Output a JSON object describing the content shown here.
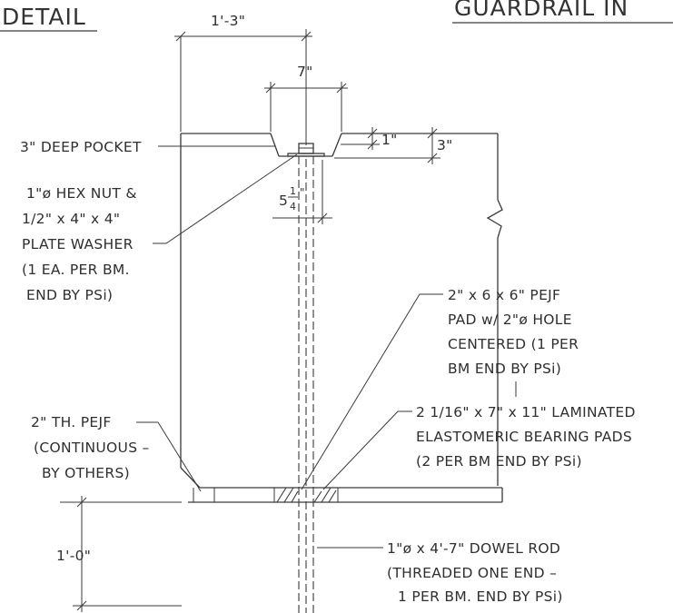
{
  "titles": {
    "left": "DETAIL",
    "right": "GUARDRAIL IN"
  },
  "dimensions": {
    "width_top": "1'-3\"",
    "pocket_width": "7\"",
    "edge_offset": "1\"",
    "pocket_depth": "3\"",
    "nut_depth_whole": "5",
    "nut_depth_num": "1",
    "nut_depth_den": "4",
    "nut_depth_inch": "\"",
    "bottom_height": "1'-0\""
  },
  "labels": {
    "deep_pocket": "3\" DEEP POCKET",
    "hex_nut": [
      "1\"ø HEX NUT &",
      "1/2\" x 4\" x 4\"",
      "PLATE WASHER",
      "(1 EA. PER BM.",
      "END BY PSi)"
    ],
    "pejf_pad": [
      "2\" x 6 x 6\" PEJF",
      "PAD w/ 2\"ø HOLE",
      "CENTERED (1 PER",
      "BM END BY PSi)"
    ],
    "bearing_pads": [
      "2 1/16\" x 7\" x 11\" LAMINATED",
      "ELASTOMERIC BEARING PADS",
      "(2 PER BM END BY PSi)"
    ],
    "th_pejf": [
      "2\" TH. PEJF",
      "(CONTINUOUS –",
      "BY OTHERS)"
    ],
    "dowel_rod": [
      "1\"ø x 4'-7\" DOWEL ROD",
      "(THREADED ONE END –",
      "1 PER BM. END BY PSi)"
    ]
  }
}
